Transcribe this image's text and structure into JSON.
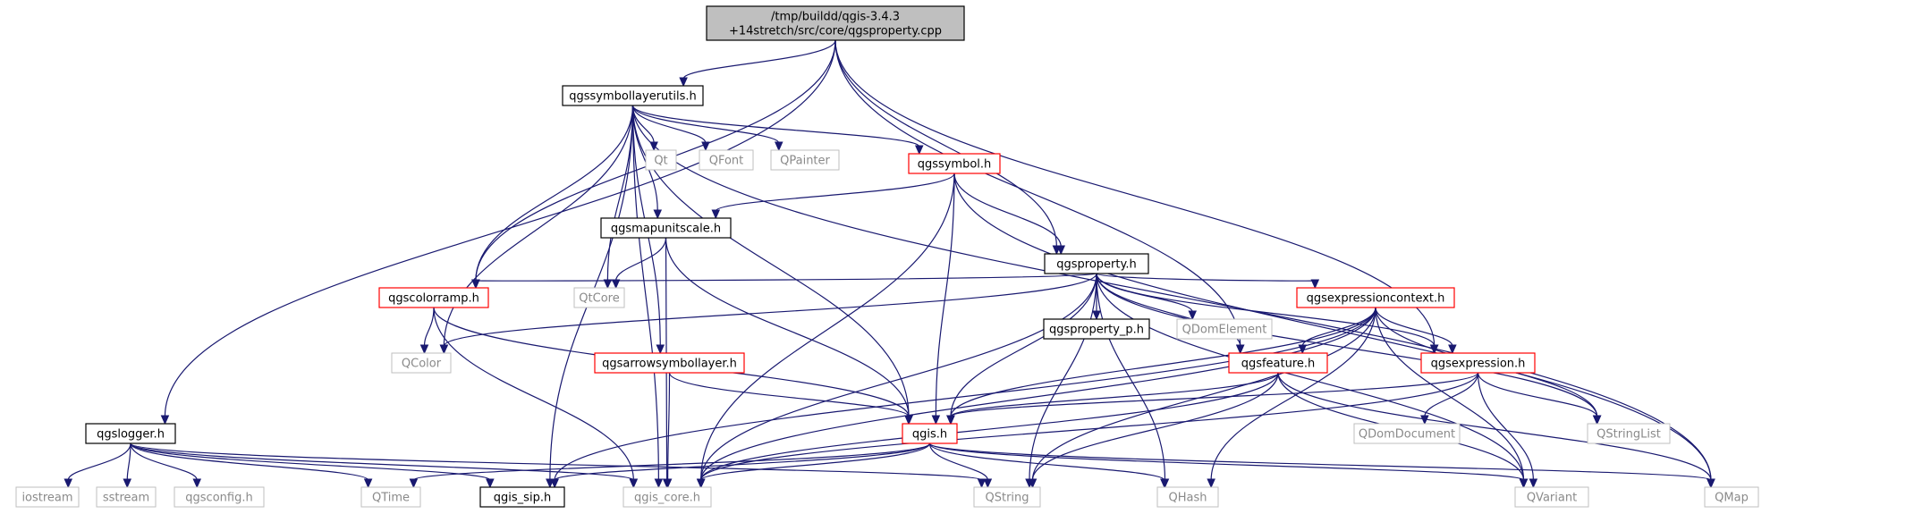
{
  "colors": {
    "edge": "#191970",
    "root_fill": "#bfbfbf",
    "node_fill": "#ffffff",
    "border_normal": "#000000",
    "border_truncated": "#ff0000",
    "border_external": "#bfbfbf",
    "text_normal": "#000000",
    "text_external": "#8a8a8a"
  },
  "nodes": [
    {
      "id": "root",
      "lines": [
        "/tmp/buildd/qgis-3.4.3",
        "+14stretch/src/core/qgsproperty.cpp"
      ],
      "style": "root"
    },
    {
      "id": "qgssymbollayerutils",
      "lines": [
        "qgssymbollayerutils.h"
      ],
      "style": "normal"
    },
    {
      "id": "qgslogger",
      "lines": [
        "qgslogger.h"
      ],
      "style": "normal"
    },
    {
      "id": "qt",
      "lines": [
        "Qt"
      ],
      "style": "external"
    },
    {
      "id": "qfont",
      "lines": [
        "QFont"
      ],
      "style": "external"
    },
    {
      "id": "qpainter",
      "lines": [
        "QPainter"
      ],
      "style": "external"
    },
    {
      "id": "qgssymbol",
      "lines": [
        "qgssymbol.h"
      ],
      "style": "truncated"
    },
    {
      "id": "qgsmapunitscale",
      "lines": [
        "qgsmapunitscale.h"
      ],
      "style": "normal"
    },
    {
      "id": "qgsproperty",
      "lines": [
        "qgsproperty.h"
      ],
      "style": "normal"
    },
    {
      "id": "qgscolorramp",
      "lines": [
        "qgscolorramp.h"
      ],
      "style": "truncated"
    },
    {
      "id": "qtcore",
      "lines": [
        "QtCore"
      ],
      "style": "external"
    },
    {
      "id": "qgsproperty_p",
      "lines": [
        "qgsproperty_p.h"
      ],
      "style": "normal"
    },
    {
      "id": "qdomelement",
      "lines": [
        "QDomElement"
      ],
      "style": "external"
    },
    {
      "id": "qgsexpressioncontext",
      "lines": [
        "qgsexpressioncontext.h"
      ],
      "style": "truncated"
    },
    {
      "id": "qcolor",
      "lines": [
        "QColor"
      ],
      "style": "external"
    },
    {
      "id": "qgsarrowsymbollayer",
      "lines": [
        "qgsarrowsymbollayer.h"
      ],
      "style": "truncated"
    },
    {
      "id": "qgsfeature",
      "lines": [
        "qgsfeature.h"
      ],
      "style": "truncated"
    },
    {
      "id": "qgsexpression",
      "lines": [
        "qgsexpression.h"
      ],
      "style": "truncated"
    },
    {
      "id": "qgis",
      "lines": [
        "qgis.h"
      ],
      "style": "truncated"
    },
    {
      "id": "qdomdocument",
      "lines": [
        "QDomDocument"
      ],
      "style": "external"
    },
    {
      "id": "qstringlist",
      "lines": [
        "QStringList"
      ],
      "style": "external"
    },
    {
      "id": "iostream",
      "lines": [
        "iostream"
      ],
      "style": "external"
    },
    {
      "id": "sstream",
      "lines": [
        "sstream"
      ],
      "style": "external"
    },
    {
      "id": "qgsconfig",
      "lines": [
        "qgsconfig.h"
      ],
      "style": "external"
    },
    {
      "id": "qtime",
      "lines": [
        "QTime"
      ],
      "style": "external"
    },
    {
      "id": "qgis_sip",
      "lines": [
        "qgis_sip.h"
      ],
      "style": "normal"
    },
    {
      "id": "qgis_core",
      "lines": [
        "qgis_core.h"
      ],
      "style": "external"
    },
    {
      "id": "qstring",
      "lines": [
        "QString"
      ],
      "style": "external"
    },
    {
      "id": "qhash",
      "lines": [
        "QHash"
      ],
      "style": "external"
    },
    {
      "id": "qvariant",
      "lines": [
        "QVariant"
      ],
      "style": "external"
    },
    {
      "id": "qmap",
      "lines": [
        "QMap"
      ],
      "style": "external"
    }
  ],
  "edges": [
    [
      "root",
      "qgssymbollayerutils"
    ],
    [
      "root",
      "qgslogger"
    ],
    [
      "root",
      "qgscolorramp"
    ],
    [
      "root",
      "qgsproperty"
    ],
    [
      "root",
      "qgsfeature"
    ],
    [
      "root",
      "qgsexpression"
    ],
    [
      "qgssymbollayerutils",
      "qt"
    ],
    [
      "qgssymbollayerutils",
      "qfont"
    ],
    [
      "qgssymbollayerutils",
      "qpainter"
    ],
    [
      "qgssymbollayerutils",
      "qgssymbol"
    ],
    [
      "qgssymbollayerutils",
      "qgsmapunitscale"
    ],
    [
      "qgssymbollayerutils",
      "qgscolorramp"
    ],
    [
      "qgssymbollayerutils",
      "qtcore"
    ],
    [
      "qgssymbollayerutils",
      "qcolor"
    ],
    [
      "qgssymbollayerutils",
      "qgsarrowsymbollayer"
    ],
    [
      "qgssymbollayerutils",
      "qgis"
    ],
    [
      "qgssymbollayerutils",
      "qgis_sip"
    ],
    [
      "qgssymbollayerutils",
      "qgis_core"
    ],
    [
      "qgssymbollayerutils",
      "qmap"
    ],
    [
      "qgssymbol",
      "qgsmapunitscale"
    ],
    [
      "qgssymbol",
      "qgsproperty"
    ],
    [
      "qgssymbol",
      "qgis"
    ],
    [
      "qgssymbol",
      "qgis_core"
    ],
    [
      "qgssymbol",
      "qmap"
    ],
    [
      "qgsmapunitscale",
      "qtcore"
    ],
    [
      "qgsmapunitscale",
      "qgis"
    ],
    [
      "qgsmapunitscale",
      "qgis_core"
    ],
    [
      "qgsproperty",
      "qgsproperty_p"
    ],
    [
      "qgsproperty",
      "qdomelement"
    ],
    [
      "qgsproperty",
      "qgsexpressioncontext"
    ],
    [
      "qgsproperty",
      "qgscolorramp"
    ],
    [
      "qgsproperty",
      "qcolor"
    ],
    [
      "qgsproperty",
      "qgis"
    ],
    [
      "qgsproperty",
      "qgis_core"
    ],
    [
      "qgsproperty",
      "qstring"
    ],
    [
      "qgsproperty",
      "qgsexpression"
    ],
    [
      "qgsproperty",
      "qgsfeature"
    ],
    [
      "qgsproperty",
      "qstringlist"
    ],
    [
      "qgsproperty",
      "qvariant"
    ],
    [
      "qgsproperty",
      "qhash"
    ],
    [
      "qgscolorramp",
      "qcolor"
    ],
    [
      "qgscolorramp",
      "qgis"
    ],
    [
      "qgscolorramp",
      "qgis_core"
    ],
    [
      "qgsexpressioncontext",
      "qgsexpression"
    ],
    [
      "qgsexpressioncontext",
      "qgsfeature"
    ],
    [
      "qgsexpressioncontext",
      "qgis"
    ],
    [
      "qgsexpressioncontext",
      "qgis_sip"
    ],
    [
      "qgsexpressioncontext",
      "qgis_core"
    ],
    [
      "qgsexpressioncontext",
      "qstring"
    ],
    [
      "qgsexpressioncontext",
      "qhash"
    ],
    [
      "qgsexpressioncontext",
      "qstringlist"
    ],
    [
      "qgsexpressioncontext",
      "qvariant"
    ],
    [
      "qgsarrowsymbollayer",
      "qgis"
    ],
    [
      "qgsarrowsymbollayer",
      "qgis_core"
    ],
    [
      "qgsfeature",
      "qgis"
    ],
    [
      "qgsfeature",
      "qgis_core"
    ],
    [
      "qgsfeature",
      "qstring"
    ],
    [
      "qgsfeature",
      "qvariant"
    ],
    [
      "qgsfeature",
      "qmap"
    ],
    [
      "qgsexpression",
      "qgis"
    ],
    [
      "qgsexpression",
      "qdomdocument"
    ],
    [
      "qgsexpression",
      "qstringlist"
    ],
    [
      "qgsexpression",
      "qvariant"
    ],
    [
      "qgsexpression",
      "qgis_core"
    ],
    [
      "qgis",
      "qgis_sip"
    ],
    [
      "qgis",
      "qgis_core"
    ],
    [
      "qgis",
      "qtime"
    ],
    [
      "qgis",
      "qstring"
    ],
    [
      "qgis",
      "qhash"
    ],
    [
      "qgis",
      "qvariant"
    ],
    [
      "qgis",
      "qmap"
    ],
    [
      "qgslogger",
      "iostream"
    ],
    [
      "qgslogger",
      "sstream"
    ],
    [
      "qgslogger",
      "qgsconfig"
    ],
    [
      "qgslogger",
      "qtime"
    ],
    [
      "qgslogger",
      "qgis_sip"
    ],
    [
      "qgslogger",
      "qgis_core"
    ],
    [
      "qgslogger",
      "qstring"
    ]
  ]
}
